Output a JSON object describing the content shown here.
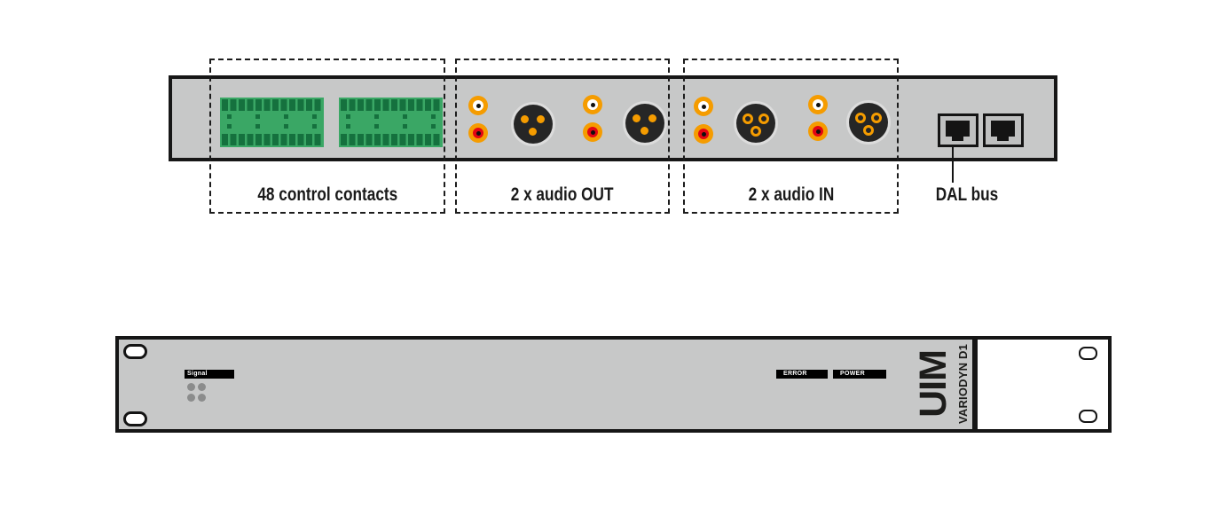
{
  "rear_panel": {
    "sections": [
      {
        "id": "control_contacts",
        "label": "48 control contacts"
      },
      {
        "id": "audio_out",
        "label": "2 x audio OUT"
      },
      {
        "id": "audio_in",
        "label": "2 x audio IN"
      }
    ],
    "dal_bus_label": "DAL bus",
    "connectors": {
      "terminal_blocks": 2,
      "rca_pairs": 4,
      "xlr_male_out": 2,
      "xlr_female_in": 2,
      "rj45_jacks": 2
    }
  },
  "front_panel": {
    "signal_label": "Signal",
    "error_label": "ERROR",
    "power_label": "POWER",
    "model_label": "UIM",
    "series_label": "VARIODYN D1",
    "led_count": 4
  },
  "colors": {
    "panel_gray": "#c7c8c8",
    "outline_black": "#161616",
    "terminal_green": "#3aa765",
    "terminal_pin_green": "#15713e",
    "rca_orange": "#f59c00",
    "rca_red": "#e30613",
    "xlr_body": "#262626",
    "led_gray": "#8b8c8c"
  }
}
